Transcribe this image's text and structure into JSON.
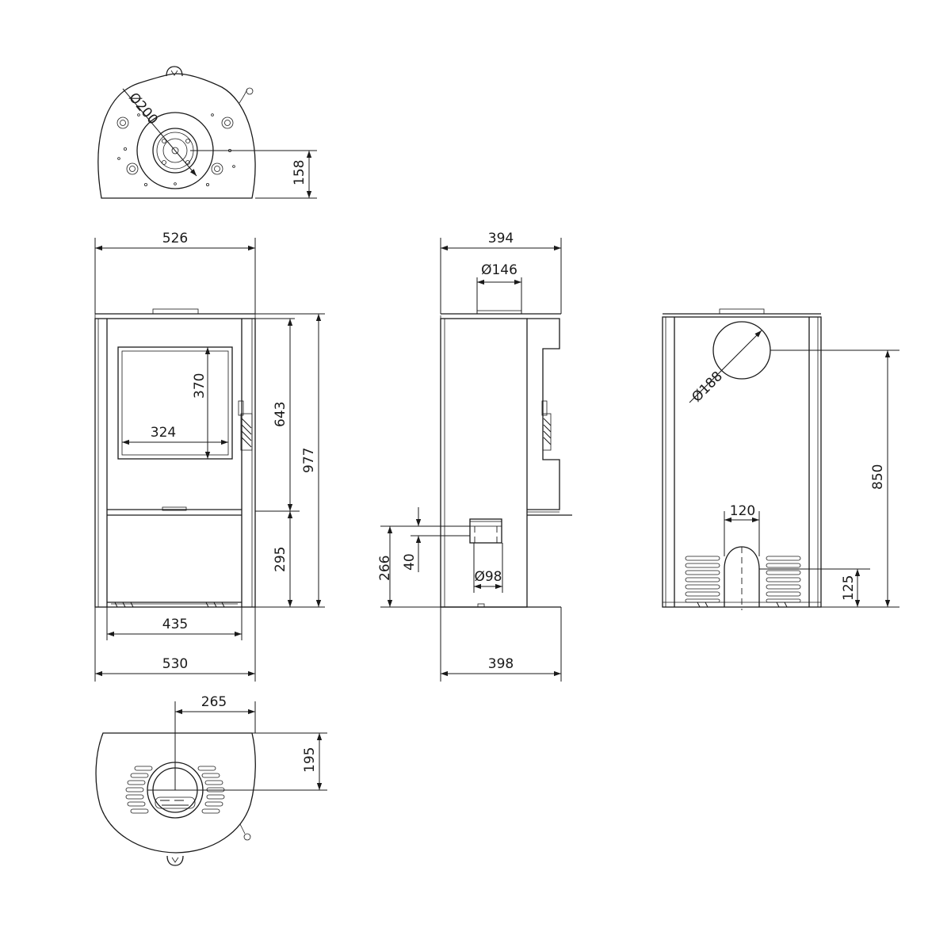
{
  "figure": {
    "top_view": {
      "flue_diameter": "Ø200",
      "height_offset": "158"
    },
    "front_view": {
      "top_width": "526",
      "window_height": "370",
      "window_width": "324",
      "door_height": "643",
      "total_height": "977",
      "lower_height": "295",
      "base_inner_width": "435",
      "base_width": "530"
    },
    "side_view": {
      "top_depth": "394",
      "flue_diameter": "Ø146",
      "air_inlet_height": "266",
      "air_inlet_offset": "40",
      "air_inlet_diameter": "Ø98",
      "base_depth": "398"
    },
    "rear_view": {
      "flue_diameter": "Ø188",
      "flue_height": "850",
      "opening_width": "120",
      "opening_height": "125"
    },
    "bottom_view": {
      "center_offset": "265",
      "depth_offset": "195"
    }
  }
}
